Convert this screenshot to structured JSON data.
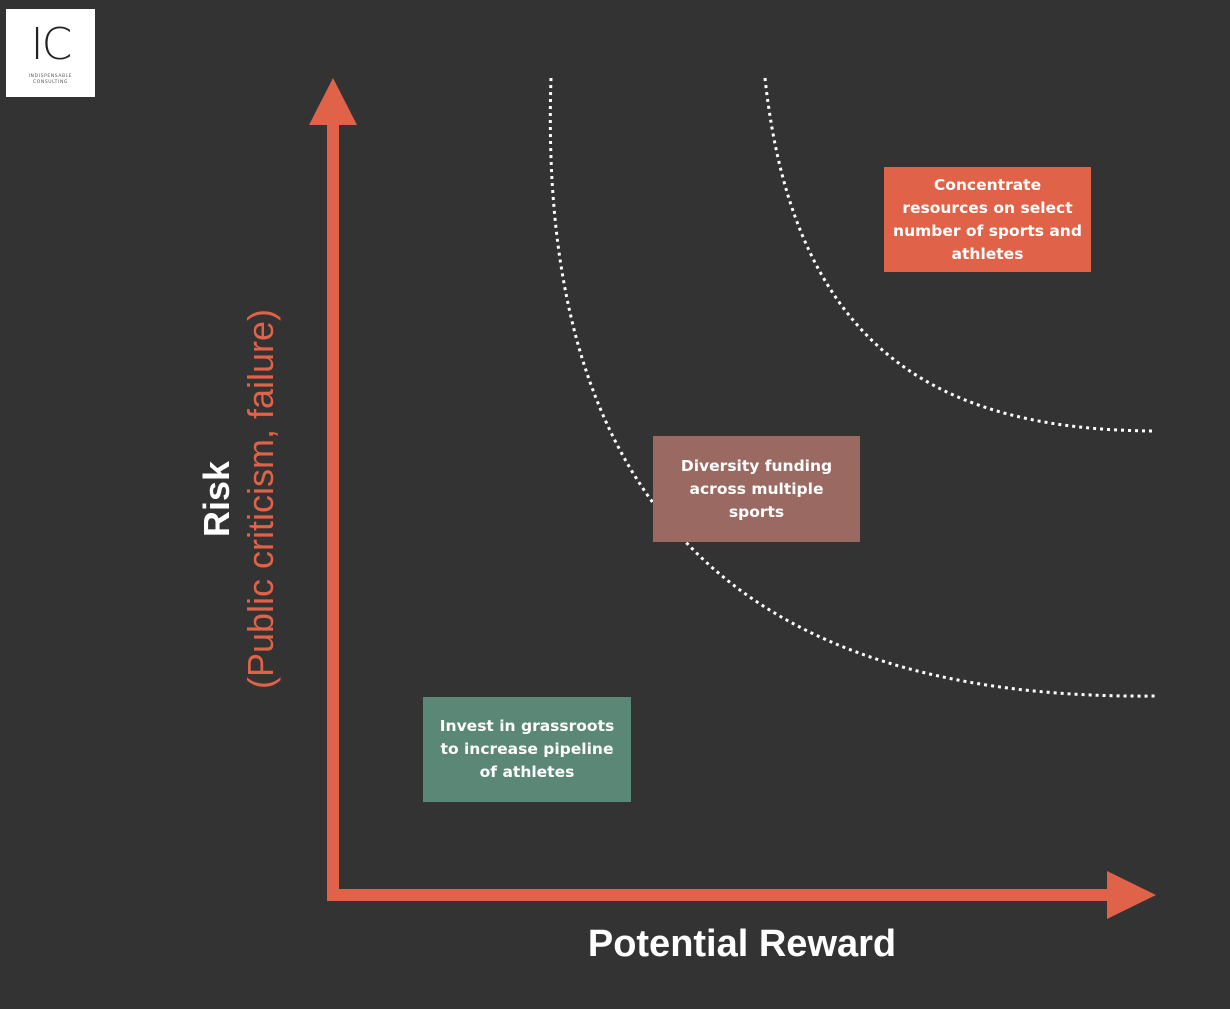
{
  "logo": {
    "mark": "IC",
    "line1": "INDISPENSABLE",
    "line2": "CONSULTING"
  },
  "axes": {
    "x_label": "Potential Reward",
    "y_label": "Risk",
    "y_sublabel": "(Public criticism, failure)",
    "color": "#e06248"
  },
  "boxes": {
    "top": {
      "text": "Concentrate resources on select number of sports and athletes",
      "color": "#e06248"
    },
    "middle": {
      "text": "Diversity funding across multiple sports",
      "color": "#9a6a62"
    },
    "bottom": {
      "text": "Invest in grassroots to increase pipeline of athletes",
      "color": "#5a8776"
    }
  },
  "colors": {
    "background": "#333333",
    "curve": "#ffffff"
  }
}
